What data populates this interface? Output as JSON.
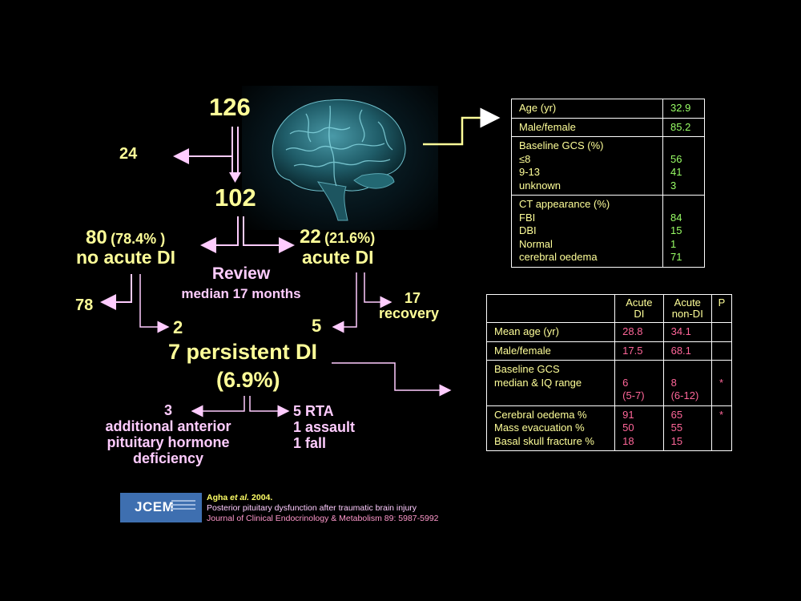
{
  "flow": {
    "n126": "126",
    "n24": "24",
    "n102": "102",
    "n80": "80",
    "n80_pct": "(78.4% )",
    "no_acute": "no acute DI",
    "n22": "22",
    "n22_pct": "(21.6%)",
    "acute": "acute DI",
    "review": "Review",
    "median": "median 17 months",
    "n78": "78",
    "n17": "17",
    "recovery": "recovery",
    "n2": "2",
    "n5": "5",
    "persistent": "7 persistent DI",
    "persistent_pct": "(6.9%)",
    "n3": "3",
    "add1": "additional anterior",
    "add2": "pituitary hormone",
    "add3": "deficiency",
    "rta": "5 RTA",
    "assault": "1 assault",
    "fall": "1 fall"
  },
  "table1": {
    "age_label": "Age (yr)",
    "age_val": "32.9",
    "mf_label": "Male/female",
    "mf_val": "85.2",
    "gcs_title": "Baseline GCS (%)",
    "gcs_l1": "≤8",
    "gcs_v1": "56",
    "gcs_l2": "9-13",
    "gcs_v2": "41",
    "gcs_l3": "unknown",
    "gcs_v3": "3",
    "ct_title": "CT appearance (%)",
    "ct_l1": "FBI",
    "ct_v1": "84",
    "ct_l2": "DBI",
    "ct_v2": "15",
    "ct_l3": "Normal",
    "ct_v3": "1",
    "ct_l4": "cerebral oedema",
    "ct_v4": "71"
  },
  "table2": {
    "h_acute1": "Acute",
    "h_acute2": "DI",
    "h_non1": "Acute",
    "h_non2": "non-DI",
    "h_p": "P",
    "r1_label": "Mean age (yr)",
    "r1_a": "28.8",
    "r1_b": "34.1",
    "r2_label": "Male/female",
    "r2_a": "17.5",
    "r2_b": "68.1",
    "r3_label1": "Baseline GCS",
    "r3_label2": "median & IQ range",
    "r3_a1": "6",
    "r3_a2": "(5-7)",
    "r3_b1": "8",
    "r3_b2": "(6-12)",
    "r3_p": "*",
    "r4_l1": "Cerebral oedema %",
    "r4_l2": "Mass evacuation %",
    "r4_l3": "Basal skull fracture %",
    "r4_a1": "91",
    "r4_a2": "50",
    "r4_a3": "18",
    "r4_b1": "65",
    "r4_b2": "55",
    "r4_b3": "15",
    "r4_p": "*"
  },
  "citation": {
    "logo_text": "JCEM",
    "author": "Agha",
    "etal": "et al.",
    "year": "2004.",
    "title": "Posterior pituitary dysfunction after  traumatic brain injury",
    "journal": "Journal of Clinical Endocrinology & Metabolism 89: 5987-5992"
  }
}
